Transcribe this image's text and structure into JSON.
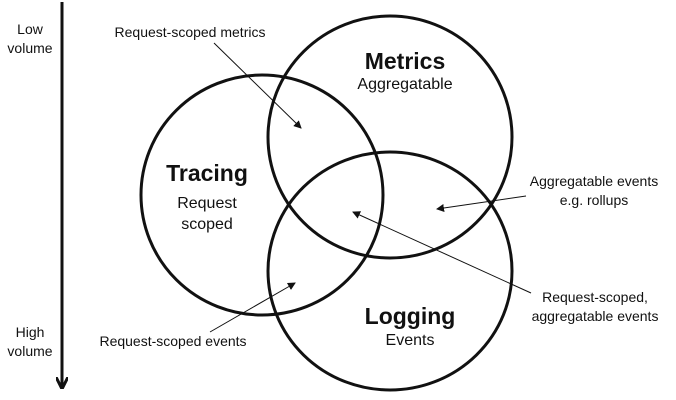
{
  "axis": {
    "top_line1": "Low",
    "top_line2": "volume",
    "bottom_line1": "High",
    "bottom_line2": "volume"
  },
  "circles": {
    "metrics": {
      "title": "Metrics",
      "subtitle": "Aggregatable"
    },
    "tracing": {
      "title": "Tracing",
      "subtitle_line1": "Request",
      "subtitle_line2": "scoped"
    },
    "logging": {
      "title": "Logging",
      "subtitle": "Events"
    }
  },
  "annotations": {
    "request_scoped_metrics": "Request-scoped metrics",
    "aggregatable_events_line1": "Aggregatable events",
    "aggregatable_events_line2": "e.g. rollups",
    "request_scoped_aggregatable_line1": "Request-scoped,",
    "request_scoped_aggregatable_line2": "aggregatable events",
    "request_scoped_events": "Request-scoped events"
  },
  "colors": {
    "stroke": "#111111",
    "background": "#ffffff"
  }
}
